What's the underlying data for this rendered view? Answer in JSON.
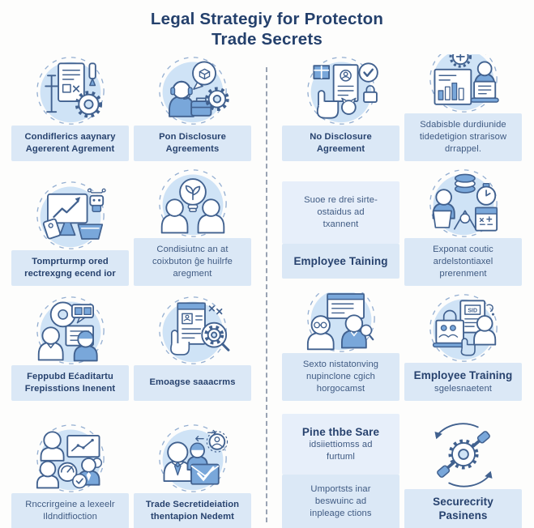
{
  "title": {
    "line1": "Legal Strategiy for Protecton",
    "line2": "Trade Secrets"
  },
  "colors": {
    "background": "#fdfdfc",
    "title_text": "#24406c",
    "label_box": "#dbe8f6",
    "label_box_alt": "#e7effa",
    "label_text_bold": "#27426e",
    "label_text": "#3f5a82",
    "icon_stroke": "#41618f",
    "icon_fill_light": "#cfe3f6",
    "icon_fill_mid": "#79a7da",
    "divider": "#99a3b3",
    "dashed_ring": "#93aed1"
  },
  "grid": {
    "cells": [
      {
        "name": "confidentiality-agreement",
        "icon": "contract-gear-pen-icon",
        "boxes": [
          {
            "alt": false,
            "lines": [
              {
                "text": "Condiflerics aaynary",
                "bold": true
              },
              {
                "text": "Agererent Agrement",
                "bold": true
              }
            ]
          }
        ]
      },
      {
        "name": "non-disclosure-agreements",
        "icon": "support-agent-gear-icon",
        "boxes": [
          {
            "alt": false,
            "lines": [
              {
                "text": "Pon Disclosure",
                "bold": true
              },
              {
                "text": "Agreements",
                "bold": true
              }
            ]
          }
        ]
      },
      {
        "name": "no-disclosure-agreement",
        "icon": "hand-document-check-lock-icon",
        "boxes": [
          {
            "alt": false,
            "lines": [
              {
                "text": "No Disclosure",
                "bold": true
              },
              {
                "text": "Agreement",
                "bold": true
              }
            ]
          }
        ]
      },
      {
        "name": "database-identification",
        "icon": "report-laptop-seal-icon",
        "boxes": [
          {
            "alt": false,
            "lines": [
              {
                "text": "Sdabisble durdiunide",
                "bold": false
              },
              {
                "text": "tidedetigion strarisow",
                "bold": false
              },
              {
                "text": "drrappel.",
                "bold": false
              }
            ]
          }
        ]
      },
      {
        "name": "record-keeping",
        "icon": "monitor-chart-basket-icon",
        "boxes": [
          {
            "alt": false,
            "lines": [
              {
                "text": "Tomprturmp ored",
                "bold": true
              },
              {
                "text": "rectrexgng ecend ior",
                "bold": true
              }
            ]
          }
        ]
      },
      {
        "name": "contribution-agreement",
        "icon": "people-lightbulb-icon",
        "boxes": [
          {
            "alt": false,
            "lines": [
              {
                "text": "Condisiutnc an at",
                "bold": false
              },
              {
                "text": "coixbuton ĝe huilrfe",
                "bold": false
              },
              {
                "text": "aregment",
                "bold": false
              }
            ]
          }
        ]
      },
      {
        "name": "employee-training-note",
        "icon": null,
        "boxes": [
          {
            "alt": true,
            "lines": [
              {
                "text": "Suoe re drei sirte-",
                "bold": false
              },
              {
                "text": "ostaidus ad",
                "bold": false
              },
              {
                "text": "txannent",
                "bold": false
              }
            ]
          },
          {
            "alt": false,
            "lines": [
              {
                "text": "Employee Taining",
                "bold": true,
                "large": true
              }
            ]
          }
        ]
      },
      {
        "name": "exponential-procurement",
        "icon": "person-coins-timer-icon",
        "boxes": [
          {
            "alt": false,
            "lines": [
              {
                "text": "Exponat coutic",
                "bold": false
              },
              {
                "text": "ardelstontiaxel",
                "bold": false
              },
              {
                "text": "prerenment",
                "bold": false
              }
            ]
          }
        ]
      },
      {
        "name": "feedback-provisions",
        "icon": "people-discussion-icon",
        "boxes": [
          {
            "alt": false,
            "lines": [
              {
                "text": "Feppubd Ećaditartu",
                "bold": true
              },
              {
                "text": "Frepisstions Inenent",
                "bold": true
              }
            ]
          }
        ]
      },
      {
        "name": "employee-screening",
        "icon": "hand-checklist-magnifier-icon",
        "boxes": [
          {
            "alt": false,
            "lines": [
              {
                "text": "Emoagse saaacrms",
                "bold": true
              }
            ]
          }
        ]
      },
      {
        "name": "monitoring-program",
        "icon": "presenter-board-icon",
        "boxes": [
          {
            "alt": false,
            "lines": [
              {
                "text": "Sexto nistatonving",
                "bold": false
              },
              {
                "text": "nupinclone cgich",
                "bold": false
              },
              {
                "text": "horgocamst",
                "bold": false
              }
            ]
          }
        ]
      },
      {
        "name": "employee-training",
        "icon": "sid-document-pointer-icon",
        "icon_text": "SID",
        "boxes": [
          {
            "alt": false,
            "lines": [
              {
                "text": "Employee Training",
                "bold": true,
                "large": true
              },
              {
                "text": "sgelesnaetent",
                "bold": false
              }
            ]
          }
        ]
      },
      {
        "name": "level-identification",
        "icon": "people-gauge-chart-icon",
        "boxes": [
          {
            "alt": false,
            "lines": [
              {
                "text": "Rnccrirgeine a lexeelr",
                "bold": false
              },
              {
                "text": "Ildnditfioction",
                "bold": false
              }
            ]
          }
        ]
      },
      {
        "name": "trade-secret-identification",
        "icon": "people-envelope-check-icon",
        "boxes": [
          {
            "alt": false,
            "lines": [
              {
                "text": "Trade Secretideiation",
                "bold": true
              },
              {
                "text": "thentapion Nedemt",
                "bold": true
              }
            ]
          }
        ]
      },
      {
        "name": "fine-share-note",
        "icon": null,
        "boxes": [
          {
            "alt": true,
            "lines": [
              {
                "text": "Pine thbe Sare",
                "bold": true,
                "large": true
              },
              {
                "text": "idsiiettiomss ad",
                "bold": false
              },
              {
                "text": "furtuml",
                "bold": false
              }
            ]
          },
          {
            "alt": false,
            "lines": [
              {
                "text": "Umportsts inar",
                "bold": false
              },
              {
                "text": "beswuinc ad",
                "bold": false
              },
              {
                "text": "inpleage ctions",
                "bold": false
              }
            ]
          }
        ]
      },
      {
        "name": "security-patterns",
        "icon": "hands-gear-cycle-icon",
        "boxes": [
          {
            "alt": false,
            "lines": [
              {
                "text": "Securecrity",
                "bold": true,
                "large": true
              },
              {
                "text": "Pasinens",
                "bold": true,
                "large": true
              }
            ]
          }
        ]
      }
    ]
  }
}
